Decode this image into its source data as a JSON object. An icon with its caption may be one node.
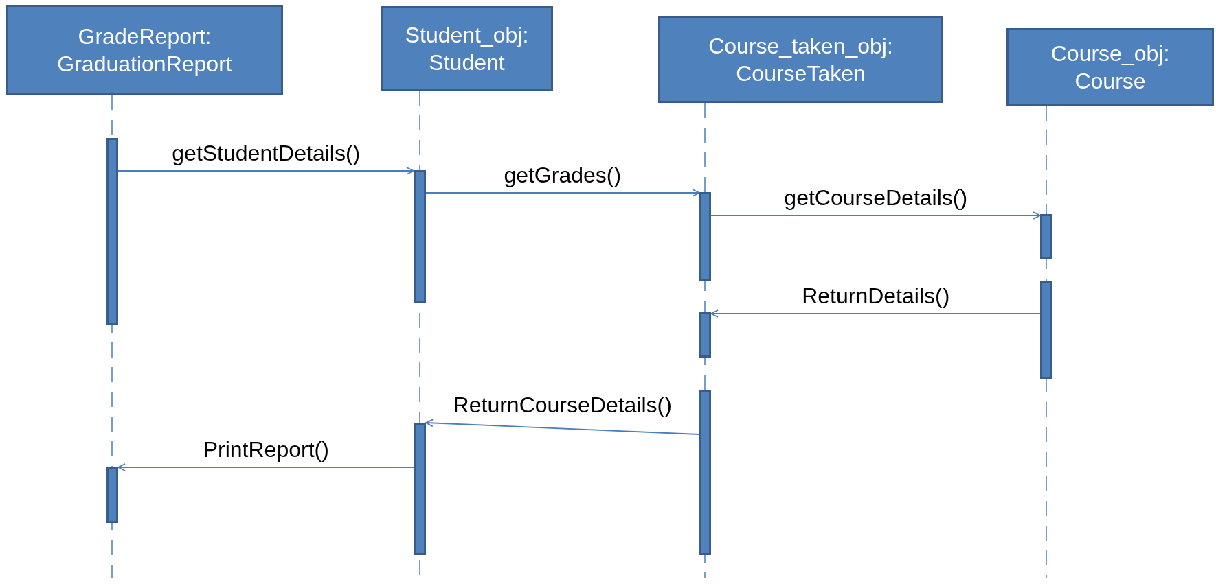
{
  "diagram": {
    "nodes": [
      {
        "text": [
          "GradeReport: GraduationReport"
        ]
      },
      {
        "text": [
          "Student_obj: Student"
        ]
      },
      {
        "text": [
          "Course_taken_obj: CourseTaken"
        ]
      },
      {
        "text": [
          "Course_obj: Course"
        ]
      },
      {
        "text": [],
        "shape": "bar"
      },
      {
        "text": [],
        "shape": "bar"
      },
      {
        "text": [],
        "shape": "bar"
      },
      {
        "text": [],
        "shape": "bar"
      },
      {
        "text": [],
        "shape": "bar"
      },
      {
        "text": [],
        "shape": "bar"
      },
      {
        "text": [],
        "shape": "bar"
      },
      {
        "text": [],
        "shape": "bar"
      },
      {
        "text": [],
        "shape": "bar"
      }
    ],
    "edges": [
      {
        "from": 4,
        "to": 6,
        "arrow": "to",
        "label": "getStudentDetails()"
      },
      {
        "from": 6,
        "to": 8,
        "arrow": "to",
        "label": "getGrades()"
      },
      {
        "from": 8,
        "to": 11,
        "arrow": "to",
        "label": "getCourseDetails()"
      },
      {
        "from": 12,
        "to": 9,
        "arrow": "to",
        "label": "ReturnDetails()"
      },
      {
        "from": 10,
        "to": 7,
        "arrow": "to",
        "label": "ReturnCourseDetails()"
      },
      {
        "from": 7,
        "to": 5,
        "arrow": "to",
        "label": "PrintReport()"
      }
    ]
  }
}
